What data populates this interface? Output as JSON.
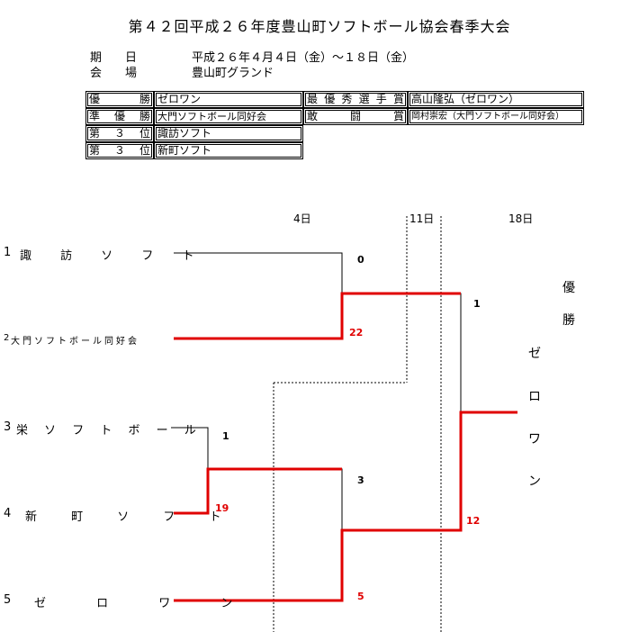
{
  "title": "第４２回平成２６年度豊山町ソフトボール協会春季大会",
  "info": {
    "period_label": "期　　日",
    "period_value": "平成２６年４月４日（金）～１８日（金）",
    "venue_label": "会　　場",
    "venue_value": "豊山町グランド"
  },
  "results": {
    "rows": [
      {
        "label": "優勝",
        "team": "ゼロワン",
        "award_label": "最優秀選手賞",
        "award_value": "高山隆弘（ゼロワン）"
      },
      {
        "label": "準優勝",
        "team": "大門ソフトボール同好会",
        "award_label": "敢闘賞",
        "award_value": "岡村崇宏（大門ソフトボール同好会）"
      },
      {
        "label": "第３位",
        "team": "諏訪ソフト"
      },
      {
        "label": "第３位",
        "team": "新町ソフト"
      }
    ]
  },
  "days": [
    "4日",
    "11日",
    "18日"
  ],
  "teams": [
    {
      "seed": "1",
      "name": "諏 訪 ソ フ ト"
    },
    {
      "seed": "2",
      "name": "大門ソフトボール同好会"
    },
    {
      "seed": "3",
      "name": "栄 ソ フ ト ボ ー ル"
    },
    {
      "seed": "4",
      "name": "新 町 ソ フ ト"
    },
    {
      "seed": "5",
      "name": "ゼ ロ ワ ン"
    }
  ],
  "scores": {
    "m1_top": "0",
    "m1_bottom": "22",
    "m2_top": "1",
    "m2_bottom": "19",
    "m3_top": "3",
    "m3_bottom": "5",
    "final_top": "1",
    "final_bottom": "12"
  },
  "champion": {
    "label_1": "優",
    "label_2": "勝",
    "name_chars": [
      "ゼ",
      "ロ",
      "ワ",
      "ン"
    ]
  },
  "colors": {
    "winner_line": "#e00000",
    "line": "#000000"
  }
}
